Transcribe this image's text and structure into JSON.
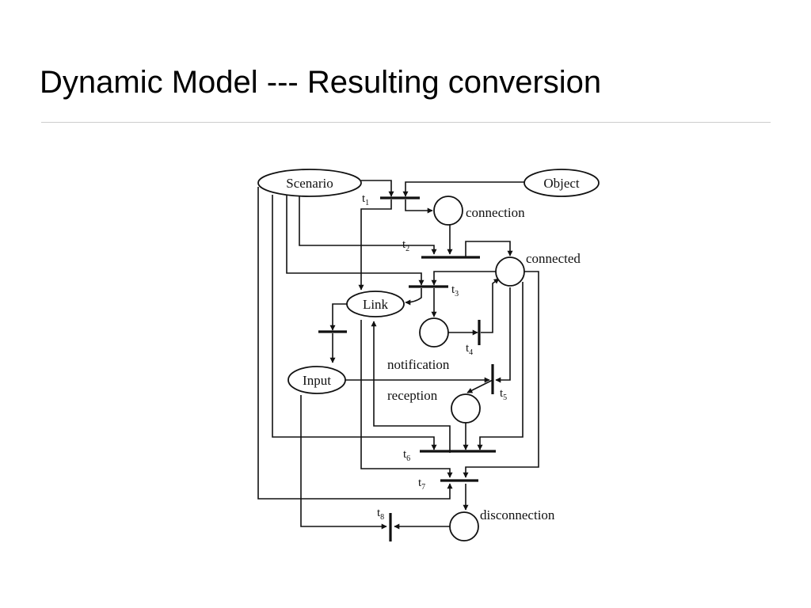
{
  "slide": {
    "title": "Dynamic Model --- Resulting conversion"
  },
  "diagram": {
    "entities": {
      "scenario": "Scenario",
      "object": "Object",
      "link": "Link",
      "input": "Input"
    },
    "places": {
      "connection": "connection",
      "connected": "connected",
      "notification": "notification",
      "reception": "reception",
      "disconnection": "disconnection"
    },
    "transitions": {
      "t1": {
        "base": "t",
        "sub": "1"
      },
      "t2": {
        "base": "t",
        "sub": "2"
      },
      "t3": {
        "base": "t",
        "sub": "3"
      },
      "t4": {
        "base": "t",
        "sub": "4"
      },
      "t5": {
        "base": "t",
        "sub": "5"
      },
      "t6": {
        "base": "t",
        "sub": "6"
      },
      "t7": {
        "base": "t",
        "sub": "7"
      },
      "t8": {
        "base": "t",
        "sub": "8"
      }
    }
  }
}
